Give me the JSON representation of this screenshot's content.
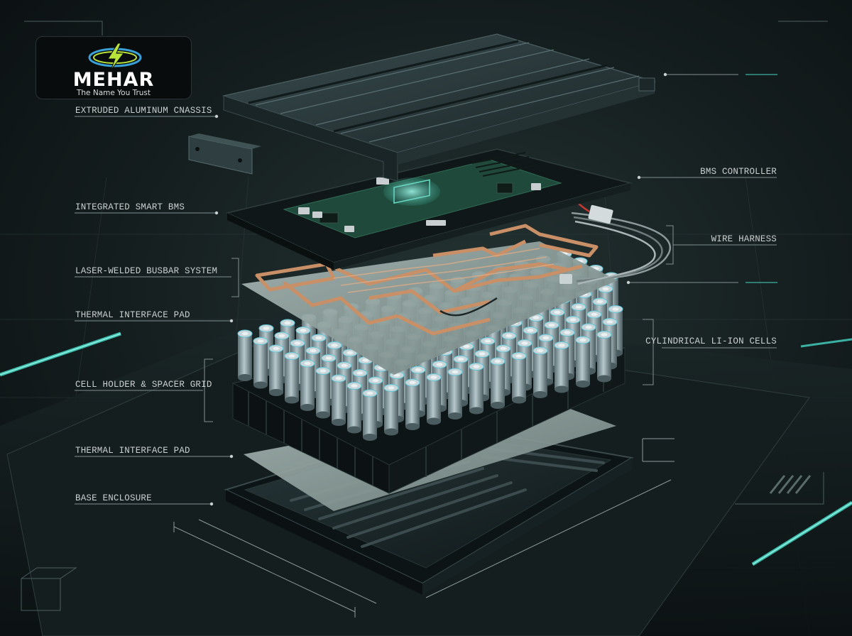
{
  "brand": {
    "name": "MEHAR",
    "tagline": "The Name You Trust",
    "colors": {
      "bolt": "#b9e53a",
      "ring": "#3aa0d8",
      "text": "#ffffff"
    }
  },
  "labels_left": [
    "EXTRUDED ALUMINUM CNASSIS",
    "INTEGRATED SMART BMS",
    "LASER-WELDED BUSBAR SYSTEM",
    "THERMAL INTERFACE PAD",
    "CELL HOLDER & SPACER GRID",
    "THERMAL INTERFACE PAD",
    "BASE ENCLOSURE"
  ],
  "labels_right": [
    "BMS CONTROLLER",
    "WIRE HARNESS",
    "CYLINDRICAL LI-ION CELLS"
  ],
  "colors": {
    "background": "#141d1e",
    "accent_glow": "#46d6c4",
    "copper": "#c98f66",
    "cell": "#8fa3a8",
    "pcb": "#1f4a3b",
    "aluminum": "#2d3c3f"
  }
}
